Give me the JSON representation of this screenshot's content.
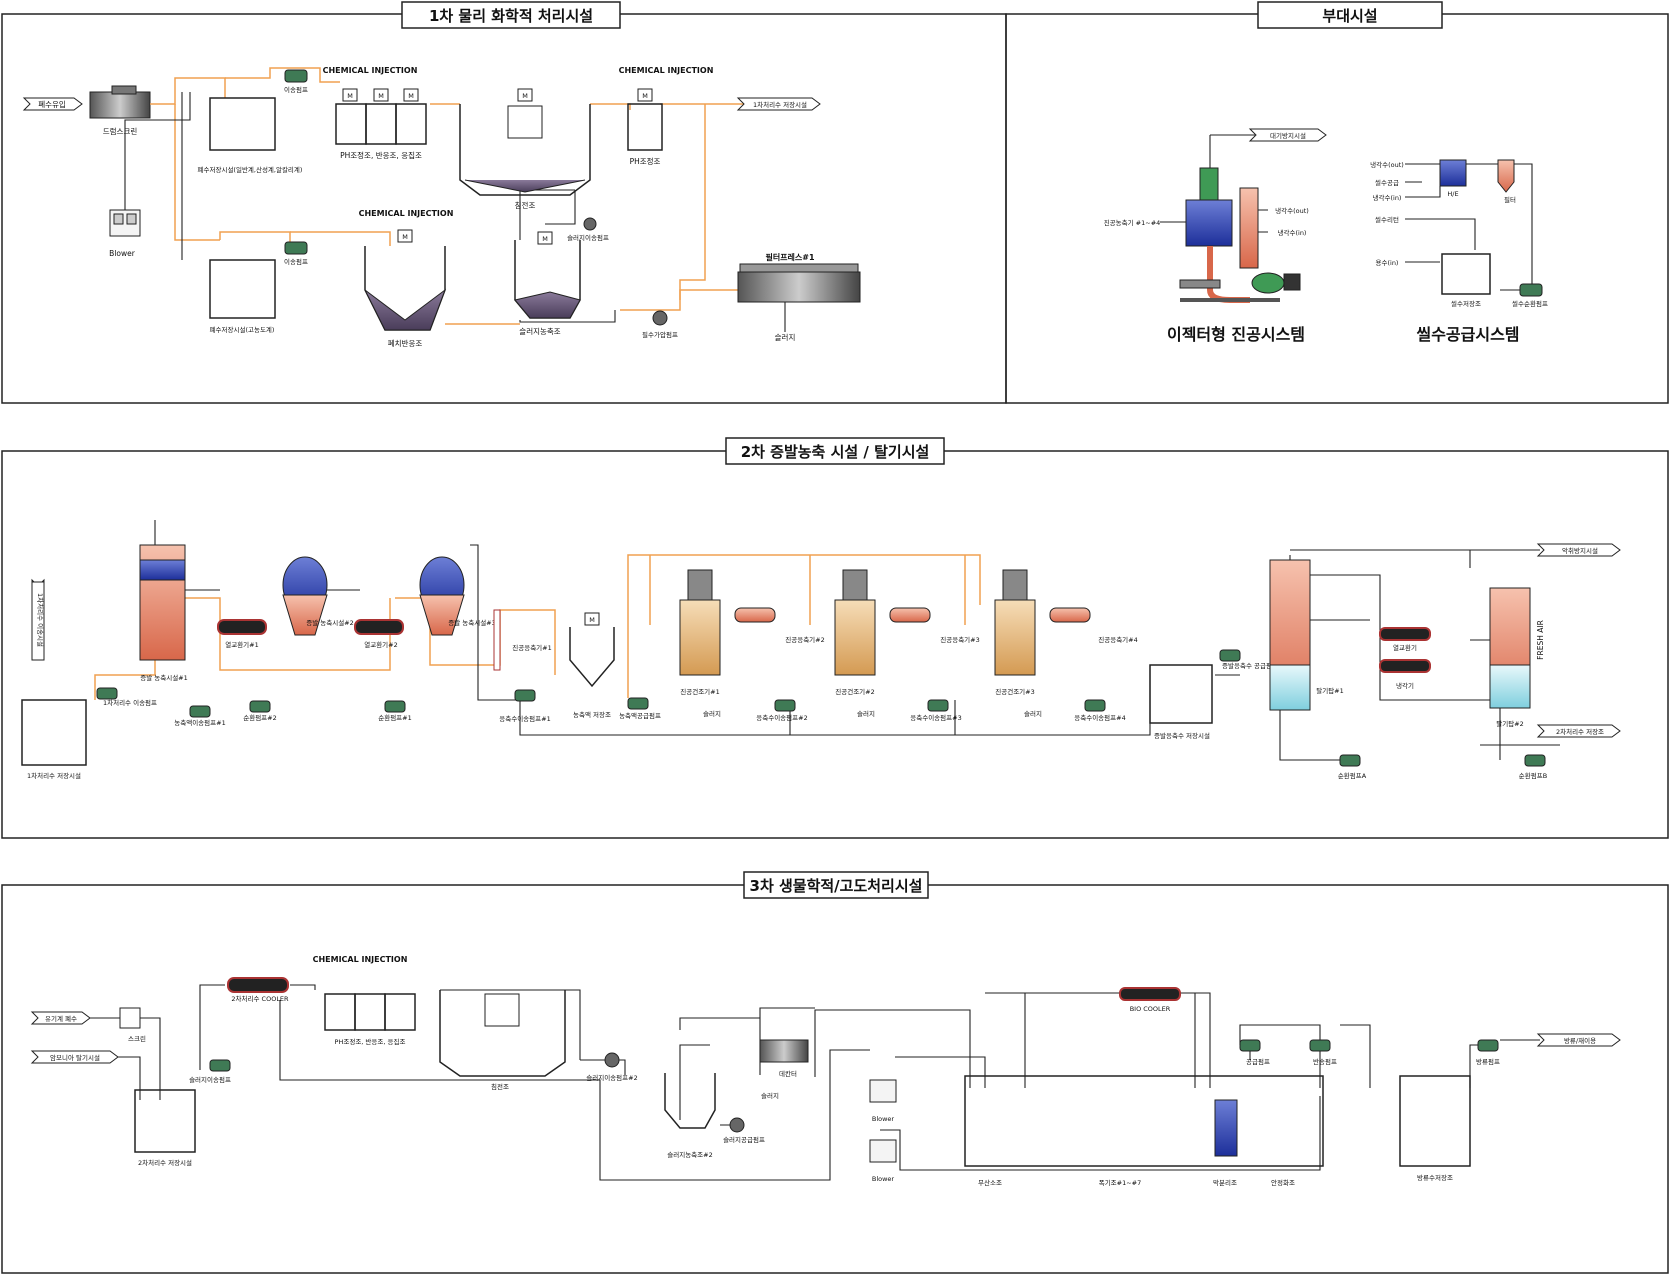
{
  "sections": {
    "primary": "1차 물리 화학적 처리시설",
    "auxiliary": "부대시설",
    "secondary": "2차 증발농축 시설 / 탈기시설",
    "tertiary": "3차 생물학적/고도처리시설"
  },
  "primary": {
    "inflow": "폐수유입",
    "drum_screen": "드럼스크린",
    "tank1": "폐수저장시설(일반계,산성계,알칼리계)",
    "tank2": "폐수저장시설(고농도계)",
    "pump_a": "이송펌프",
    "pump_b": "이송펌프",
    "blower": "Blower",
    "chem1": "CHEMICAL INJECTION",
    "chem1_tanks": "PH조정조, 반응조, 응집조",
    "chem2": "CHEMICAL INJECTION",
    "chem3": "CHEMICAL INJECTION",
    "clarifier": "침전조",
    "ph_tank": "PH조정조",
    "reaction": "폐치반응조",
    "sludge_thickener": "슬러지농축조",
    "sludge_pump": "슬러지이송펌프",
    "sludge_feed_pump": "필수가압펌프",
    "filter_press": "필터프레스#1",
    "sludge": "슬러지",
    "out": "1차처리수 저장시설",
    "motor": "M"
  },
  "auxiliary": {
    "ejector_label": "이젝터형 진공시스템",
    "supply_label": "씰수공급시스템",
    "exhaust": "대기방지시설",
    "vacuum_in": "진공농축기 #1~#4",
    "cool_out": "냉각수(out)",
    "cool_in": "냉각수(in)",
    "he_cool_out": "냉각수(out)",
    "seal_supply": "씰수공급",
    "he_cool_in": "냉각수(in)",
    "he": "H/E",
    "filter": "필터",
    "seal_return": "씰수리턴",
    "make_water": "용수(in)",
    "seal_tank": "씰수저장조",
    "seal_pump": "씰수순환펌프"
  },
  "secondary": {
    "inflow": "1차처리수 이송시설",
    "store": "1차처리수 저장시설",
    "store_pump": "1차처리수 이송펌프",
    "evap1": "증발 농축시설#1",
    "evap2": "증발 농축시설#2",
    "evap3": "증발 농축시설#3",
    "hx1": "열교환기#1",
    "hx2": "열교환기#2",
    "vac_cond1": "진공응축기#1",
    "conc_pump1": "농축액이송펌프#1",
    "circ_pump2": "순환펌프#2",
    "circ_pump1": "순환펌프#1",
    "cond_pump1": "응축수이송펌프#1",
    "conc_tank": "농축액 저장조",
    "conc_feed": "농축액공급펌프",
    "dryer1": "진공건조기#1",
    "dryer2": "진공건조기#2",
    "dryer3": "진공건조기#3",
    "vac_cond2": "진공응축기#2",
    "vac_cond3": "진공응축기#3",
    "vac_cond4": "진공응축기#4",
    "sludge1": "슬러지",
    "sludge2": "슬러지",
    "sludge3": "슬러지",
    "cond_pump2": "응축수이송펌프#2",
    "cond_pump3": "응축수이송펌프#3",
    "cond_pump4": "응축수이송펌프#4",
    "cond_store": "증발응축수 저장시설",
    "cond_supply": "증발응축수 공급펌프",
    "stripper1": "탈기탑#1",
    "stripper2": "탈기탑#2",
    "hx": "열교환기",
    "cooler": "냉각기",
    "fresh_air": "FRESH AIR",
    "odor": "악취방지시설",
    "out": "2차처리수 저장조",
    "pump_a": "순환펌프A",
    "pump_b": "순환펌프B"
  },
  "tertiary": {
    "organic_in": "유기계 폐수",
    "ammonia_in": "암모니아 탈기시설",
    "screen": "스크린",
    "store": "2차처리수 저장시설",
    "store_pump": "슬러지이송펌프",
    "cooler": "2차처리수 COOLER",
    "chem": "CHEMICAL INJECTION",
    "chem_tanks": "PH조정조, 반응조, 응집조",
    "clarifier": "침전조",
    "sludge_pump": "슬러지이송펌프#2",
    "thickener": "슬러지농축조#2",
    "supply_pump": "슬러지공급펌프",
    "decanter": "데칸터",
    "sludge": "슬러지",
    "blower1": "Blower",
    "blower2": "Blower",
    "bio_cooler": "BIO COOLER",
    "anoxic": "무산소조",
    "aeration": "폭기조#1~#7",
    "membrane": "막분리조",
    "stable": "안정화조",
    "pump1": "공급펌프",
    "pump2": "반송펌프",
    "pump3": "방류펌프",
    "discharge": "방류수저장조",
    "out": "방류/재이용"
  }
}
